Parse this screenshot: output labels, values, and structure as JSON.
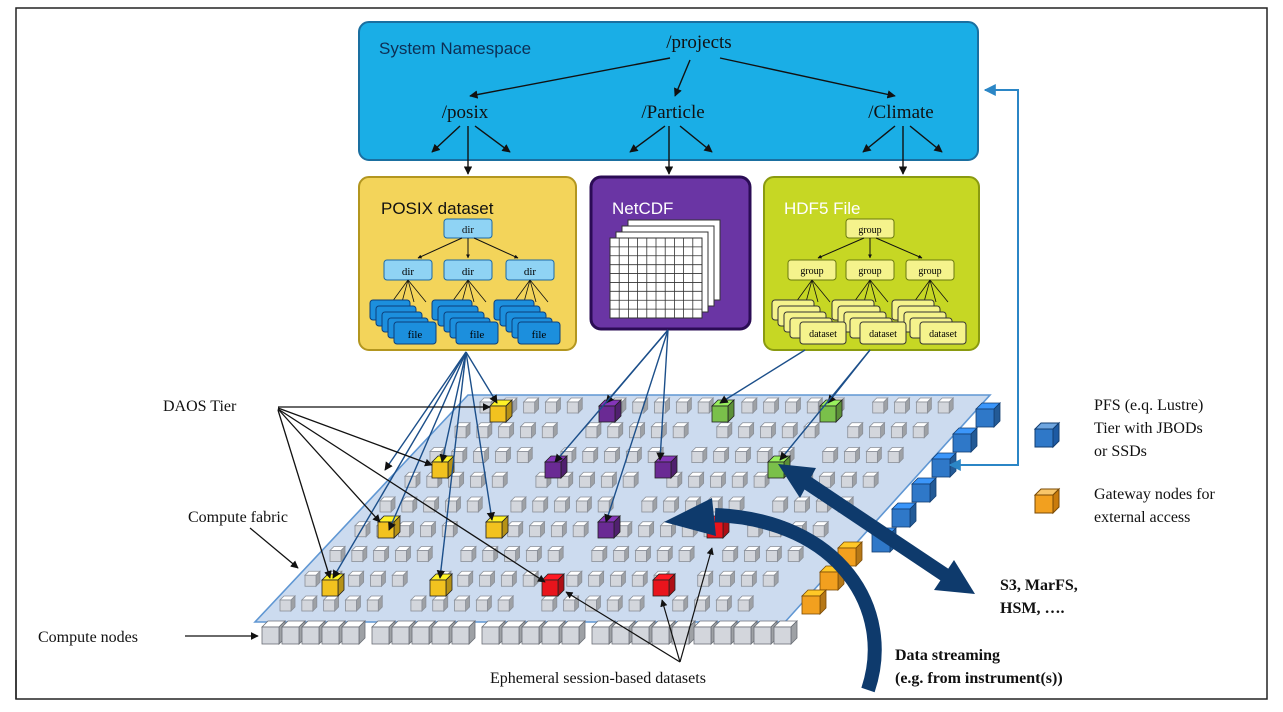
{
  "namespace": {
    "title": "System Namespace",
    "root": "/projects",
    "children": [
      "/posix",
      "/Particle",
      "/Climate"
    ]
  },
  "containers": {
    "posix": {
      "title": "POSIX dataset",
      "root_node": "dir",
      "mid_nodes": [
        "dir",
        "dir",
        "dir"
      ],
      "leaf_nodes": [
        "file",
        "file",
        "file"
      ]
    },
    "netcdf": {
      "title": "NetCDF"
    },
    "hdf5": {
      "title": "HDF5 File",
      "root_node": "group",
      "mid_nodes": [
        "group",
        "group",
        "group"
      ],
      "leaf_nodes": [
        "dataset",
        "dataset",
        "dataset"
      ]
    }
  },
  "labels": {
    "daos_tier": "DAOS Tier",
    "compute_fabric": "Compute fabric",
    "compute_nodes": "Compute nodes",
    "ephemeral": "Ephemeral session-based datasets",
    "external_stores_line1": "S3, MarFS,",
    "external_stores_line2": "HSM, ….",
    "streaming_line1": "Data streaming",
    "streaming_line2": "(e.g. from instrument(s))"
  },
  "legend": [
    {
      "color_name": "blue",
      "color": "#2f78c8",
      "lines": [
        "PFS (e.q. Lustre)",
        "Tier with JBODs",
        "or SSDs"
      ]
    },
    {
      "color_name": "orange",
      "color": "#f2a01f",
      "lines": [
        "Gateway nodes for",
        "external access"
      ]
    }
  ],
  "colors": {
    "namespace_fill": "#1aaee6",
    "posix_fill": "#f3d45a",
    "netcdf_fill": "#6a35a4",
    "hdf5_fill": "#c6d724",
    "fabric_fill": "#c7d8ee",
    "tree_node_blue": "#8fd3f4",
    "tree_leaf_blue": "#1c8fdd",
    "hdf5_node": "#f5f38c",
    "daos_orange": "#f2c21f",
    "daos_purple": "#6a2a94",
    "daos_green": "#7ac04a",
    "daos_red": "#e8141c",
    "arrow_navy": "#0e3a6c",
    "feedback_line": "#2b86c6"
  }
}
